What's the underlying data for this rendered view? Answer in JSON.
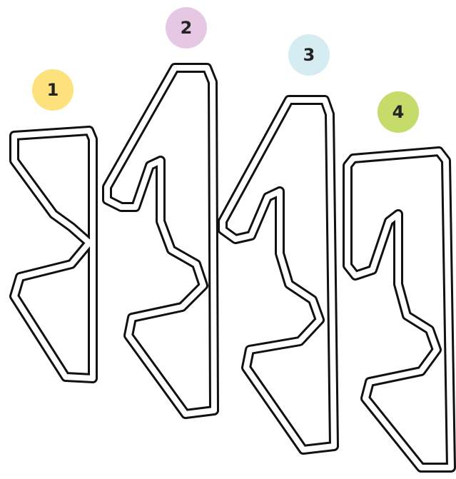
{
  "shapes": [
    {
      "number": "1",
      "color": "#fde17c"
    },
    {
      "number": "2",
      "color": "#e6c8e4"
    },
    {
      "number": "3",
      "color": "#d4ecf2"
    },
    {
      "number": "4",
      "color": "#c5db6a"
    }
  ]
}
